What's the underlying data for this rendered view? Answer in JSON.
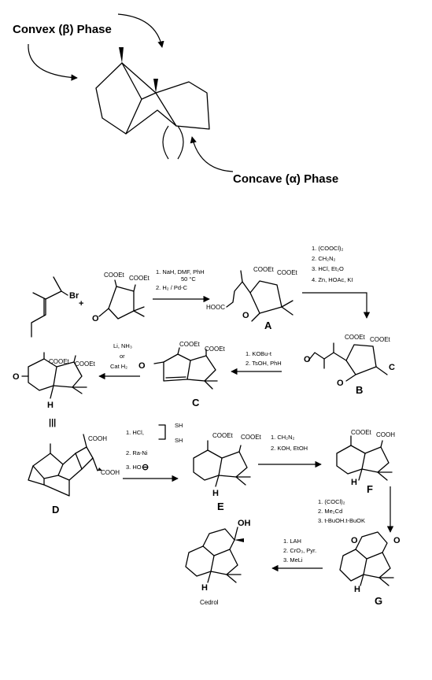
{
  "phases": {
    "convex": "Convex (β) Phase",
    "concave": "Concave (α) Phase"
  },
  "reactant": {
    "bromide": "Br",
    "plus": "+",
    "ester_group": "COOEt"
  },
  "step1": {
    "reagents": [
      "1. NaH, DMF, PhH",
      "50 °C",
      "2. H₂ / Pd-C"
    ]
  },
  "compound_A": {
    "label": "A",
    "groups": [
      "COOEt",
      "COOEt",
      "HOOC",
      "O"
    ]
  },
  "step2": {
    "reagents": [
      "1. (COOCl)₂",
      "2. CH₂N₂",
      "3. HCl, Et₂O",
      "4. Zn, HOAc, KI"
    ]
  },
  "compound_B": {
    "label": "B",
    "groups": [
      "COOEt",
      "COOEt",
      "O",
      "O",
      "C"
    ]
  },
  "step3": {
    "reagents": [
      "1. KOBu-t",
      "2. TsOH, PhH"
    ]
  },
  "compound_C": {
    "label": "C",
    "groups": [
      "COOEt",
      "COOEt",
      "O"
    ]
  },
  "step4": {
    "reagents": [
      "Li, NH₃",
      "or",
      "Cat H₂"
    ]
  },
  "compound_top_left": {
    "groups": [
      "COOEt",
      "COOEt",
      "O",
      "H"
    ],
    "equiv": "|||"
  },
  "compound_D": {
    "label": "D",
    "groups": [
      "COOH",
      "COOH"
    ]
  },
  "step5": {
    "reagents": [
      "1. HCl,",
      "2. Ra-Ni",
      "3. HO"
    ],
    "dithiol": [
      "SH",
      "SH"
    ],
    "charge": "⊖"
  },
  "compound_E": {
    "label": "E",
    "groups": [
      "COOEt",
      "COOEt",
      "H"
    ]
  },
  "step6": {
    "reagents": [
      "1. CH₂N₂",
      "2. KOH, EtOH"
    ]
  },
  "compound_F": {
    "label": "F",
    "groups": [
      "COOEt",
      "COOH",
      "H"
    ]
  },
  "step7": {
    "reagents": [
      "1. (COCl)₂",
      "2. Me₂Cd",
      "3. t-BuOH.t-BuOK"
    ]
  },
  "compound_G": {
    "label": "G",
    "groups": [
      "O",
      "O",
      "H"
    ]
  },
  "step8": {
    "reagents": [
      "1. LAH",
      "2. CrO₃, Pyr.",
      "3. MeLi"
    ]
  },
  "product": {
    "name": "Cedrol",
    "groups": [
      "OH",
      "H"
    ]
  }
}
